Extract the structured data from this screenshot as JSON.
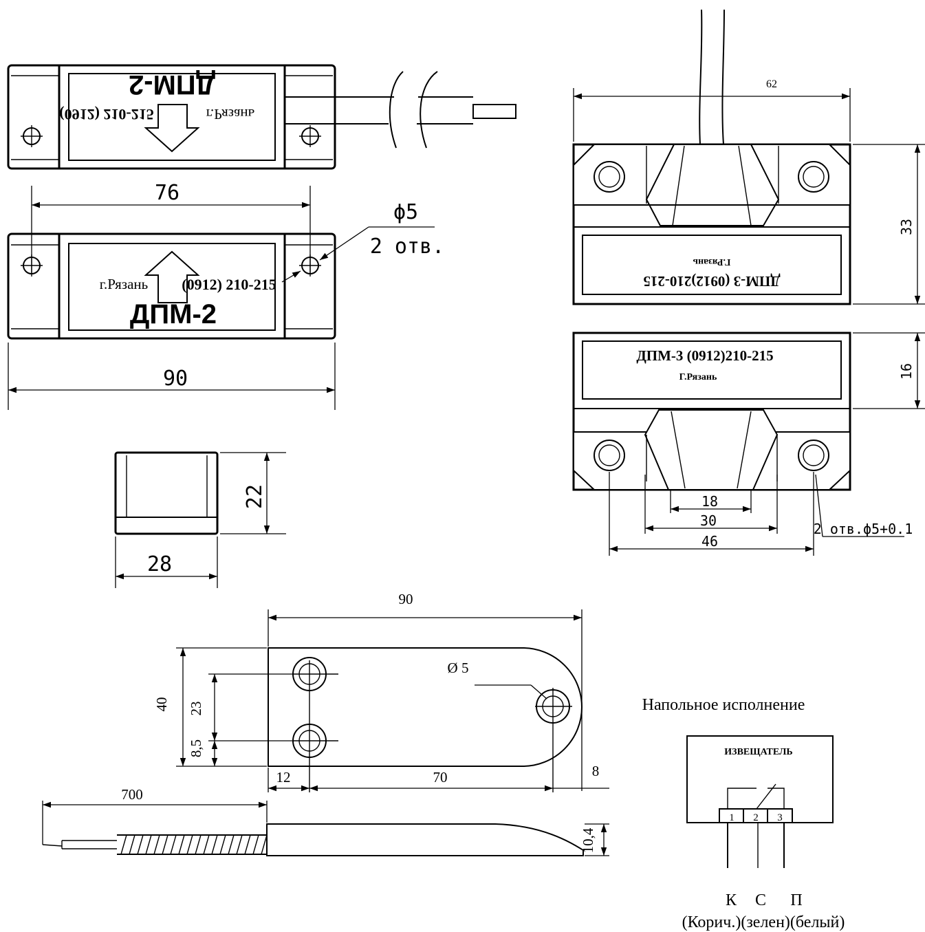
{
  "dpm2": {
    "model": "ДПМ-2",
    "city": "г.Рязань",
    "phone": "(0912) 210-215",
    "dims": {
      "hole_spacing": "76",
      "hole_diameter": "ϕ5",
      "hole_count": "2 отв.",
      "length": "90",
      "height": "22",
      "width": "28"
    }
  },
  "dpm3": {
    "label_line1": "ДПМ-3  (0912)210-215",
    "label_line2": "Г.Рязань",
    "label_line1_mirrored": "ДПМ-3  (0912)210-215",
    "label_line2_mirrored": "Г.Рязань",
    "dims": {
      "width": "62",
      "height": "33",
      "depth": "16",
      "d18": "18",
      "d30": "30",
      "d46": "46",
      "holes": "2 отв.ϕ5+0.1"
    }
  },
  "floor": {
    "dims": {
      "length": "90",
      "height": "40",
      "d23": "23",
      "d8_5": "8,5",
      "d12": "12",
      "d70": "70",
      "d8": "8",
      "hole": "Ø 5",
      "cable": "700",
      "thickness": "10,4"
    }
  },
  "schematic": {
    "caption": "Напольное исполнение",
    "box_title": "ИЗВЕЩАТЕЛЬ",
    "pins": [
      "1",
      "2",
      "3"
    ],
    "wires": [
      "К",
      "С",
      "П"
    ],
    "colors": "(Корич.)(зелен)(белый)"
  }
}
